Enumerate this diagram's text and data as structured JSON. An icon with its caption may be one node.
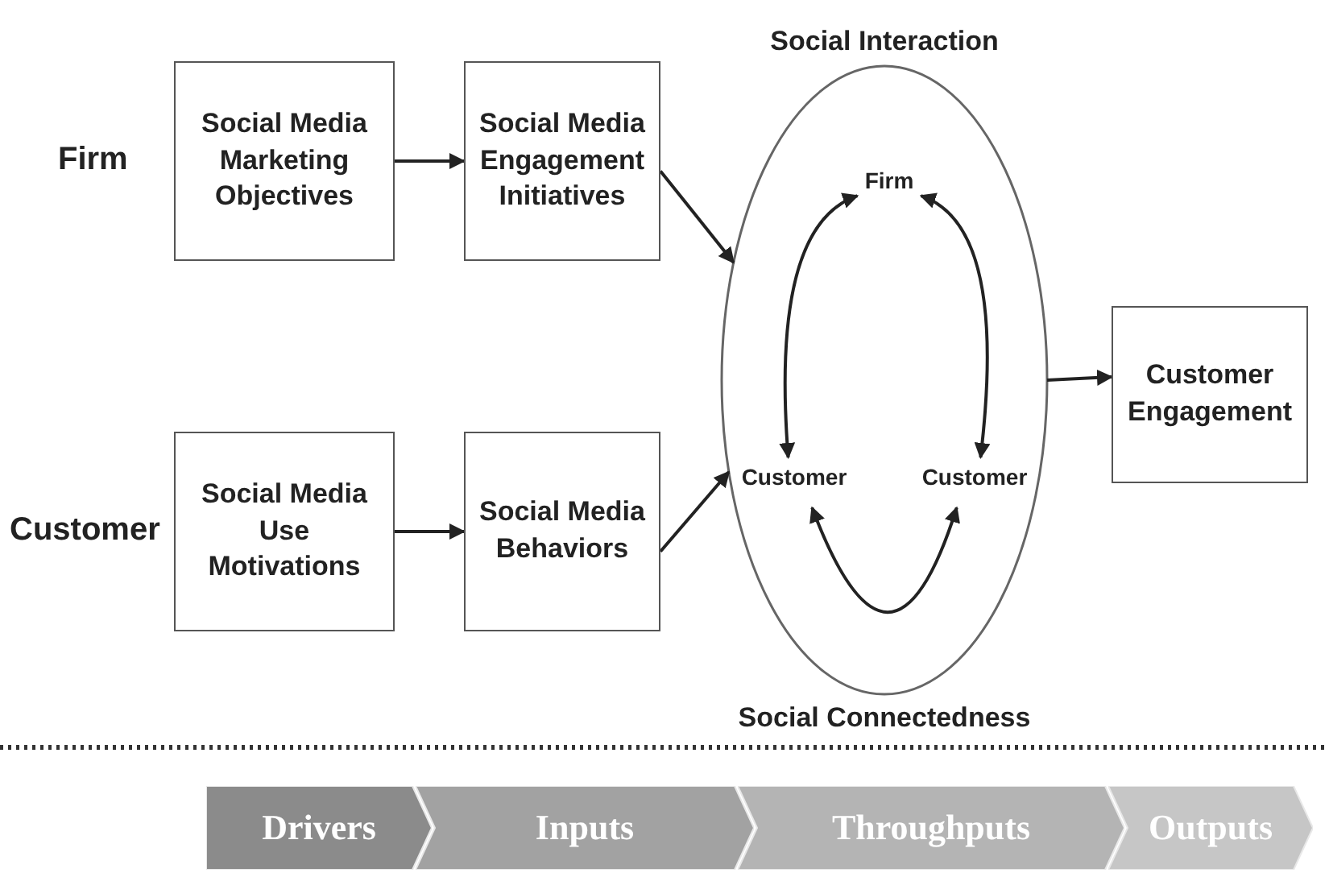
{
  "diagram": {
    "nodes": [
      {
        "text": [
          "Social Interaction",
          "Social Connectedness"
        ]
      },
      {
        "text": [
          "Firm"
        ],
        "in": 0
      },
      {
        "text": [
          "Customer"
        ],
        "in": 0
      },
      {
        "text": [
          "Customer"
        ],
        "in": 0
      },
      {
        "text": [
          "Social Media Marketing Objectives"
        ]
      },
      {
        "text": [
          "Social Media Engagement Initiatives"
        ]
      },
      {
        "text": [
          "Social Media Use Motivations"
        ]
      },
      {
        "text": [
          "Social Media Behaviors"
        ]
      },
      {
        "text": [
          "Customer Engagement"
        ]
      }
    ],
    "edges": [
      {
        "from": 4,
        "to": 5,
        "arrow": "to"
      },
      {
        "from": 6,
        "to": 7,
        "arrow": "to"
      },
      {
        "from": 5,
        "to": 0,
        "arrow": "to"
      },
      {
        "from": 7,
        "to": 0,
        "arrow": "to"
      },
      {
        "from": 0,
        "to": 8,
        "arrow": "to"
      },
      {
        "from": 1,
        "to": 2,
        "arrow": "both"
      },
      {
        "from": 1,
        "to": 3,
        "arrow": "both"
      },
      {
        "from": 2,
        "to": 3,
        "arrow": "both"
      }
    ],
    "labels": [
      "Firm",
      "Customer",
      "Drivers",
      "Inputs",
      "Throughputs",
      "Outputs"
    ]
  }
}
